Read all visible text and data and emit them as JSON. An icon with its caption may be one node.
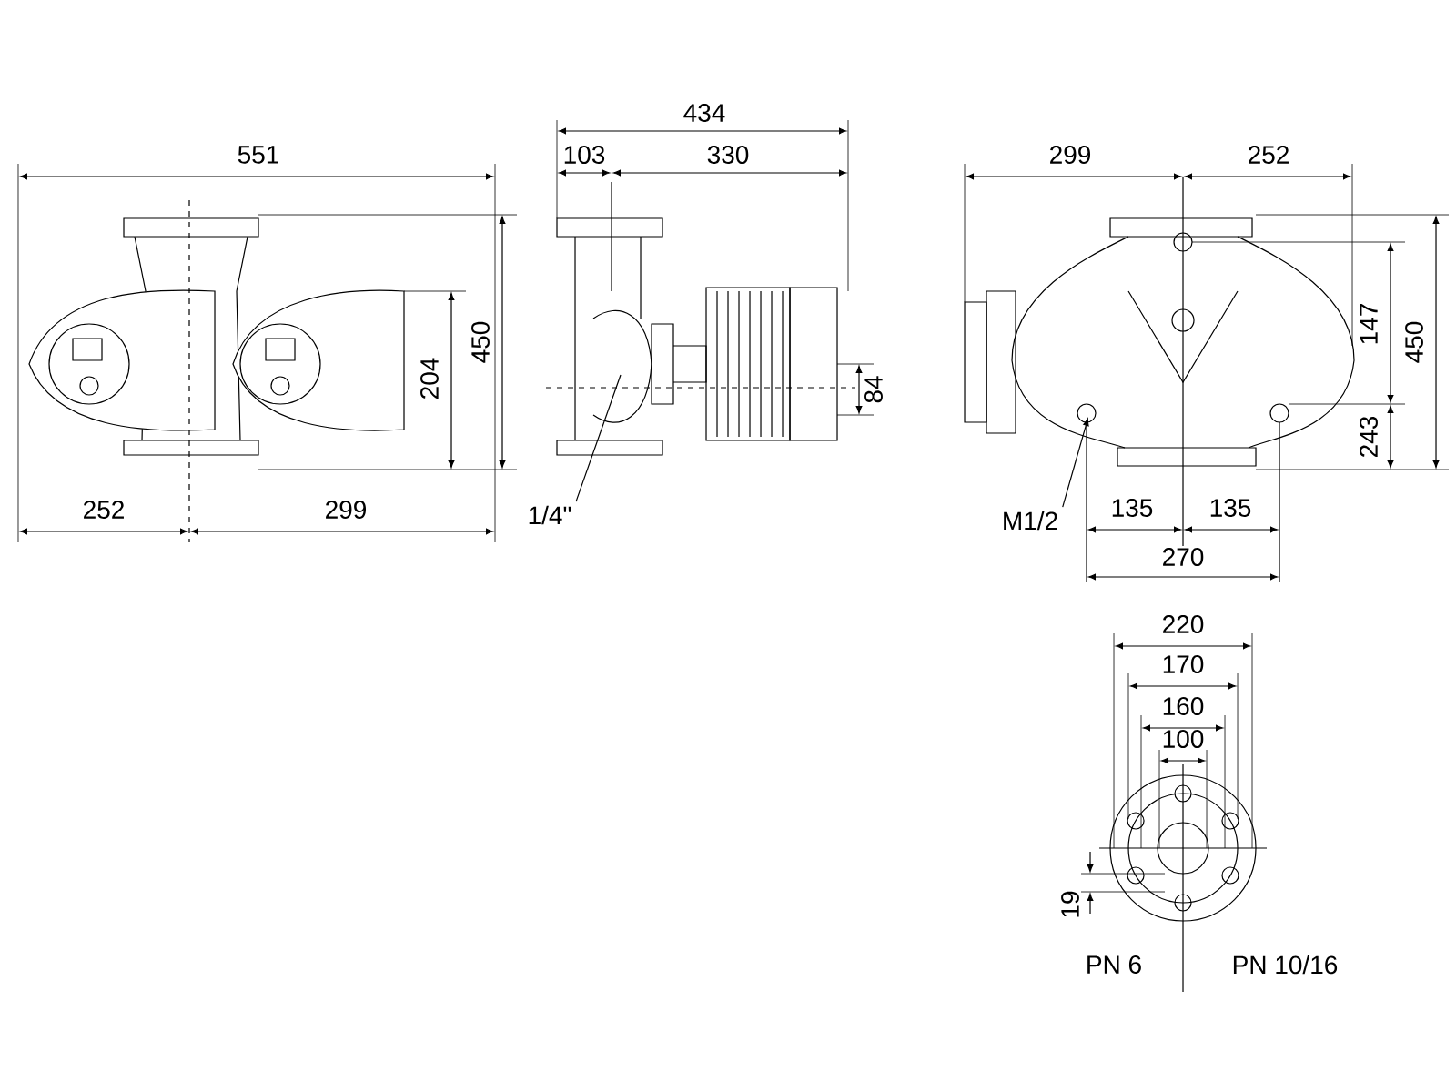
{
  "diagram": {
    "nodes": [
      {
        "text": [
          "1/4\""
        ]
      },
      {
        "text": [
          "M1/2"
        ]
      }
    ],
    "edges": [
      {
        "from": 0,
        "to": null,
        "arrow": "none"
      },
      {
        "from": 1,
        "to": null,
        "arrow": "to"
      }
    ],
    "labels": [
      "551",
      "204",
      "450",
      "252",
      "299",
      "434",
      "103",
      "330",
      "84",
      "299",
      "252",
      "147",
      "450",
      "243",
      "135",
      "135",
      "270",
      "220",
      "170",
      "160",
      "100",
      "19",
      "PN 6",
      "PN 10/16"
    ]
  }
}
